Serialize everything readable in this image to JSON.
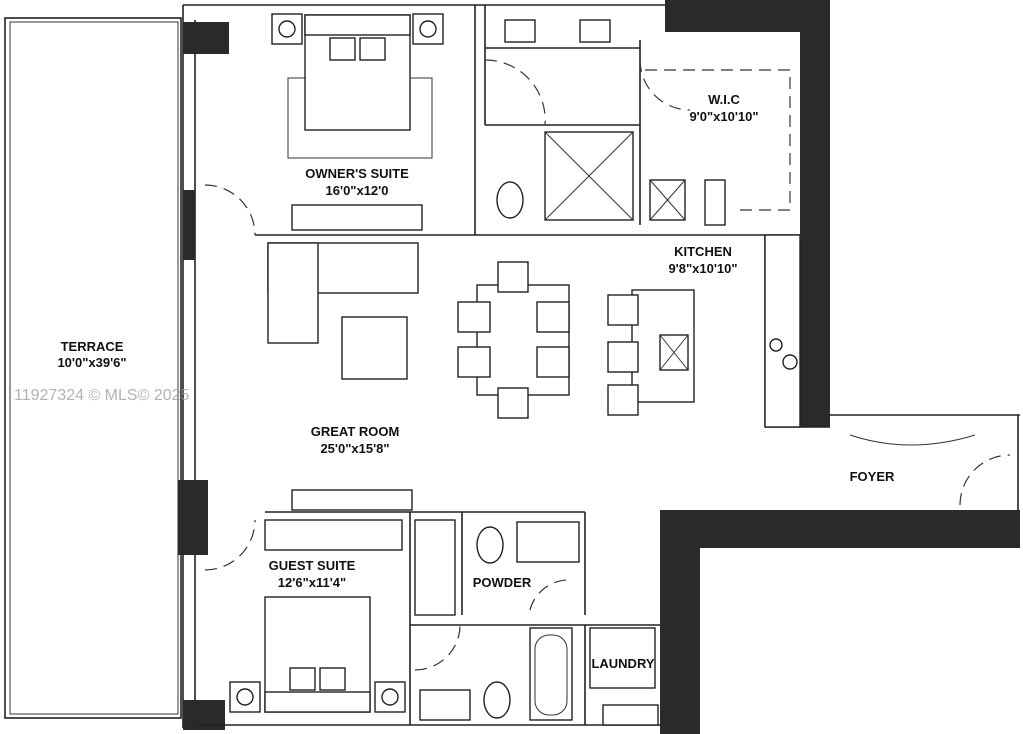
{
  "rooms": {
    "terrace": {
      "name": "TERRACE",
      "size": "10'0\"x39'6\""
    },
    "owners_suite": {
      "name": "OWNER'S SUITE",
      "size": "16'0\"x12'0"
    },
    "wic": {
      "name": "W.I.C",
      "size": "9'0\"x10'10\""
    },
    "kitchen": {
      "name": "KITCHEN",
      "size": "9'8\"x10'10\""
    },
    "great_room": {
      "name": "GREAT ROOM",
      "size": "25'0\"x15'8\""
    },
    "foyer": {
      "name": "FOYER"
    },
    "guest_suite": {
      "name": "GUEST SUITE",
      "size": "12'6\"x11'4\""
    },
    "powder": {
      "name": "POWDER"
    },
    "laundry": {
      "name": "LAUNDRY"
    }
  },
  "watermark": "11927324 © MLS© 2025"
}
